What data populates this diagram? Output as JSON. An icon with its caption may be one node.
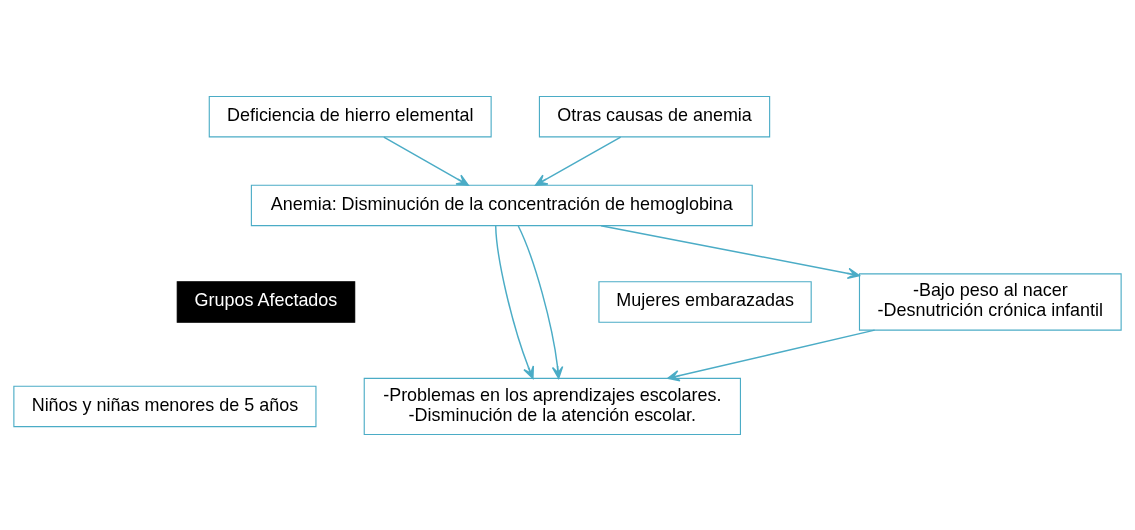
{
  "diagram": {
    "nodes": [
      {
        "text": [
          "Deficiencia de hierro elemental"
        ]
      },
      {
        "text": [
          "Otras causas de anemia"
        ]
      },
      {
        "text": [
          "Anemia: Disminución de la concentración de hemoglobina"
        ]
      },
      {
        "text": [
          "Grupos Afectados"
        ]
      },
      {
        "text": [
          "Mujeres embarazadas"
        ]
      },
      {
        "text": [
          "-Bajo peso al nacer",
          "-Desnutrición crónica infantil"
        ]
      },
      {
        "text": [
          "Niños y niñas menores de 5 años"
        ]
      },
      {
        "text": [
          "-Problemas en los aprendizajes escolares.",
          "-Disminución de la atención escolar."
        ]
      }
    ],
    "edges": [
      {
        "from": 0,
        "to": 2,
        "arrow": "to"
      },
      {
        "from": 1,
        "to": 2,
        "arrow": "to"
      },
      {
        "from": 2,
        "to": 5,
        "arrow": "to"
      },
      {
        "from": 2,
        "to": 7,
        "arrow": "to"
      },
      {
        "from": 2,
        "to": 7,
        "arrow": "to"
      },
      {
        "from": 5,
        "to": 7,
        "arrow": "to"
      }
    ]
  }
}
